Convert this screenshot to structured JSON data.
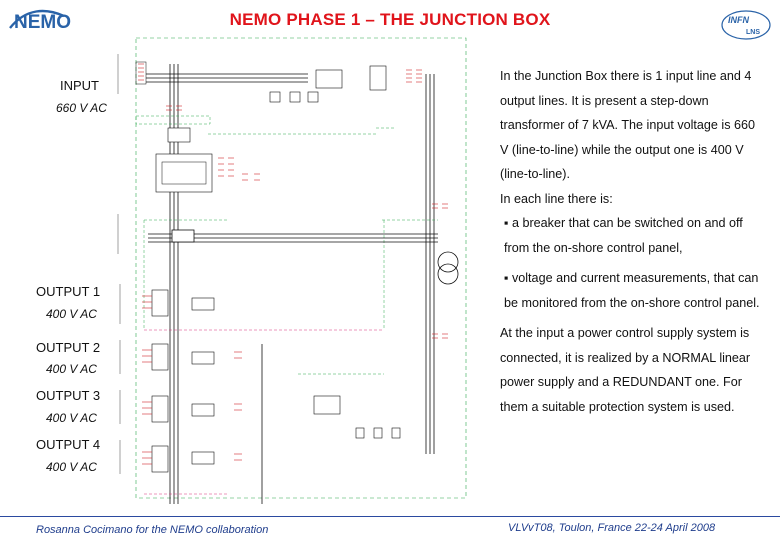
{
  "header": {
    "title": "NEMO PHASE 1 – THE JUNCTION BOX",
    "logo_text": "NEMO",
    "infn_logo_text": "INFN",
    "lns_logo_text": "LNS"
  },
  "inputs": {
    "input_label": "INPUT",
    "input_voltage": "660 V AC"
  },
  "outputs": [
    {
      "label": "OUTPUT 1",
      "voltage": "400 V AC"
    },
    {
      "label": "OUTPUT 2",
      "voltage": "400 V AC"
    },
    {
      "label": "OUTPUT 3",
      "voltage": "400 V AC"
    },
    {
      "label": "OUTPUT 4",
      "voltage": "400 V AC"
    }
  ],
  "description": {
    "p1": "In the Junction Box there is 1 input line and 4 output lines. It is present a step-down transformer of 7 kVA. The input voltage is 660 V (line-to-line) while the output one is 400 V (line-to-line).",
    "p2": "In  each line there is:",
    "bullet1": "▪  a breaker that can be switched on and off from the on-shore control panel,",
    "bullet2": "▪ voltage and current measurements, that can be monitored from the on-shore control panel.",
    "p3": "At the input  a power control supply system is connected, it is realized by a NORMAL linear  power supply and a REDUNDANT one. For them a suitable protection system is used."
  },
  "footer": {
    "author": "Rosanna  Cocimano for the NEMO  collaboration",
    "event": "VLVvT08, Toulon, France 22-24 April 2008"
  },
  "colors": {
    "title_red": "#e0141b",
    "logo_blue": "#2a63a8",
    "wire_black": "#111111",
    "dash_green": "#2fa84f",
    "dash_magenta": "#d8307a",
    "terminal_red": "#d0262b",
    "footer_blue": "#1f3d8c"
  }
}
